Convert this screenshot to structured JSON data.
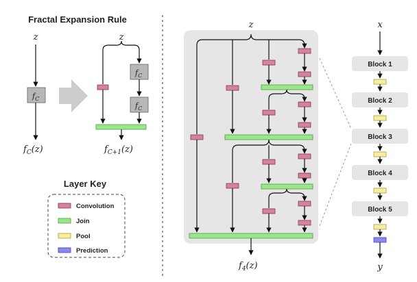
{
  "left_panel": {
    "title": "Fractal Expansion Rule",
    "input_z": "z",
    "input_z_right": "z",
    "fc_label": "f",
    "fc_sub": "C",
    "output_left": "f_C(z)",
    "output_left_main": "f",
    "output_left_sub": "C",
    "output_left_arg": "(z)",
    "output_right_main": "f",
    "output_right_sub": "C+1",
    "output_right_arg": "(z)"
  },
  "layer_key": {
    "title": "Layer Key",
    "items": [
      {
        "label": "Convolution",
        "color": "#d5839a"
      },
      {
        "label": "Join",
        "color": "#9be58a"
      },
      {
        "label": "Pool",
        "color": "#f8ef9e"
      },
      {
        "label": "Prediction",
        "color": "#8888ee"
      }
    ]
  },
  "middle_panel": {
    "input": "z",
    "output_main": "f",
    "output_sub": "4",
    "output_arg": "(z)"
  },
  "right_panel": {
    "input": "x",
    "output": "y",
    "blocks": [
      "Block 1",
      "Block 2",
      "Block 3",
      "Block 4",
      "Block 5"
    ]
  }
}
